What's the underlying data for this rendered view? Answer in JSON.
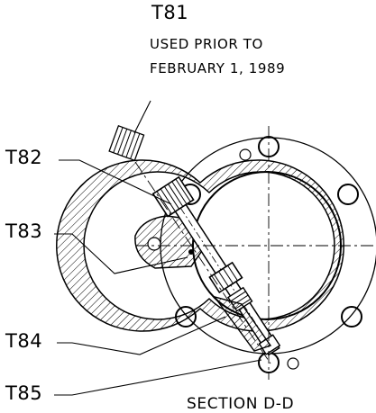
{
  "callouts": {
    "t81": {
      "label": "T81",
      "note_line1": "USED PRIOR TO",
      "note_line2": "FEBRUARY 1, 1989"
    },
    "t82": {
      "label": "T82"
    },
    "t83": {
      "label": "T83"
    },
    "t84": {
      "label": "T84"
    },
    "t85": {
      "label": "T85"
    }
  },
  "section_title": "SECTION D-D",
  "colors": {
    "line": "#000000",
    "background": "#ffffff"
  }
}
